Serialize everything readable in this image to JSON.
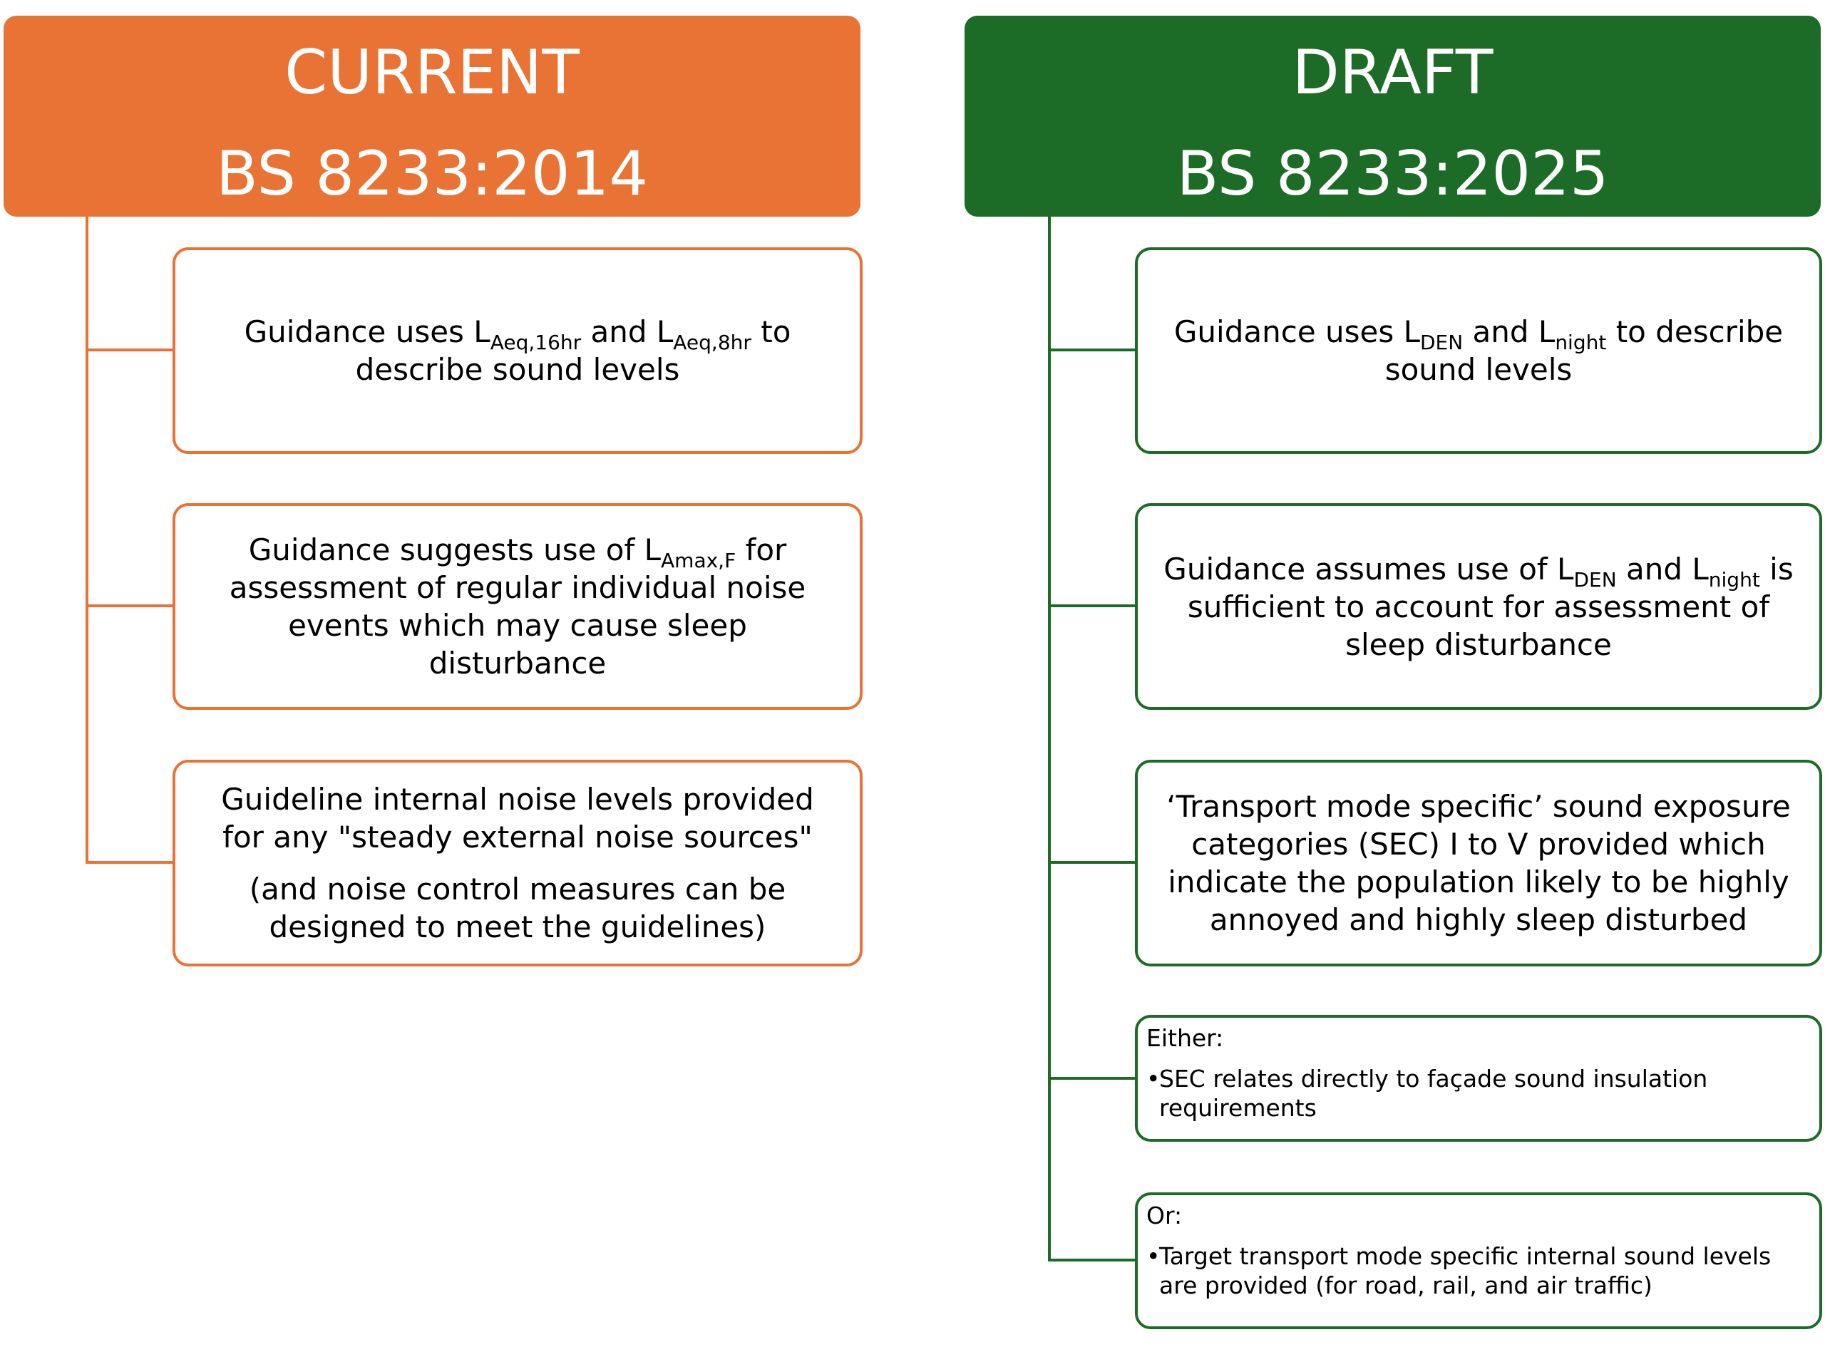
{
  "current": {
    "title": "CURRENT",
    "standard": "BS 8233:2014",
    "color": "#e97334",
    "boxes": [
      {
        "pre": "Guidance uses L",
        "sub1": "Aeq,16hr",
        "mid": " and L",
        "sub2": "Aeq,8hr",
        "post": " to describe sound levels"
      },
      {
        "pre": "Guidance suggests use of L",
        "sub1": "Amax,F",
        "post": " for assessment of regular individual noise events which may cause sleep disturbance"
      },
      {
        "text1": "Guideline internal noise levels provided for any \"steady external noise sources\"",
        "text2": "(and noise control measures can be designed to meet the guidelines)"
      }
    ]
  },
  "draft": {
    "title": "DRAFT",
    "standard": "BS 8233:2025",
    "color": "#1c6b26",
    "boxes": [
      {
        "pre": "Guidance uses L",
        "sub1": "DEN",
        "mid": " and L",
        "sub2": "night",
        "post": " to describe sound levels"
      },
      {
        "pre": "Guidance assumes use of L",
        "sub1": "DEN",
        "mid": " and L",
        "sub2": "night",
        "post": " is sufficient to account for assessment of sleep disturbance"
      },
      {
        "text": "‘Transport mode specific’ sound exposure categories (SEC)  I to V provided which indicate the population likely to be highly annoyed and highly sleep disturbed"
      },
      {
        "lead": "Either:",
        "bullet": "•",
        "item": "SEC relates directly to façade sound insulation requirements"
      },
      {
        "lead": "Or:",
        "bullet": "•",
        "item": "Target transport mode specific internal sound levels are provided (for road, rail, and air traffic)"
      }
    ]
  }
}
